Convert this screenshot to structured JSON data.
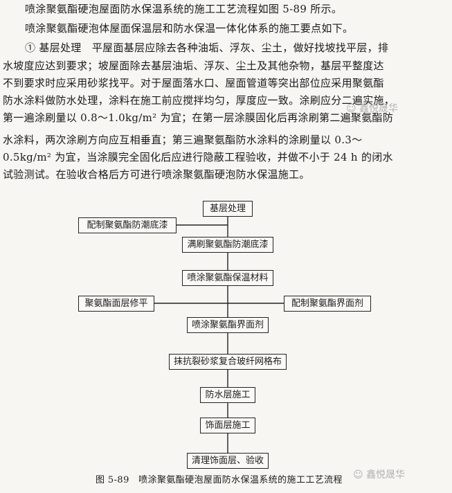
{
  "paragraphs": [
    "喷涂聚氨酯硬泡屋面防水保温系统的施工工艺流程如图 5-89 所示。",
    "喷涂聚氨酯硬泡体屋面保温层和防水保温一体化体系的施工要点如下。",
    "① 基层处理　平屋面基层应除去各种油垢、浮灰、尘土，做好找坡找平层，排",
    "水坡度应达到要求；坡屋面除去基层油垢、浮灰、尘土及其他杂物，基层平整度达",
    "不到要求时应采用砂浆找平。对于屋面落水口、屋面管道等突出部位应采用聚氨酯",
    "防水涂料做防水处理，涂料在施工前应搅拌均匀，厚度应一致。涂刷应分二遍实施，",
    "第一遍涂刷量以 0.8～1.0kg/m² 为宜；在第一层涂膜固化后再涂刷第二遍聚氨酯防",
    "水涂料，两次涂刷方向应互相垂直；第三遍聚氨酯防水涂料的涂刷量以 0.3～",
    "0.5kg/m² 为宜，当涂膜完全固化后应进行隐蔽工程验收，并做不小于 24 h 的闭水",
    "试验测试。在验收合格后方可进行喷涂聚氨酯硬泡防水保温施工。"
  ],
  "flowchart": {
    "steps": [
      "基层处理",
      "满刷聚氨酯防潮底漆",
      "喷涂聚氨酯保温材料",
      "喷涂聚氨酯界面剂",
      "抹抗裂砂浆复合玻纤网格布",
      "防水层施工",
      "饰面层施工",
      "清理饰面层、验收"
    ],
    "side": {
      "primer": "配制聚氨酯防潮底漆",
      "trim": "聚氨酯面层修平",
      "agent": "配制聚氨酯界面剂"
    }
  },
  "caption": "图 5-89　喷涂聚氨酯硬泡屋面防水保温系统的施工工艺流程",
  "watermark": "鑫悦晟华"
}
